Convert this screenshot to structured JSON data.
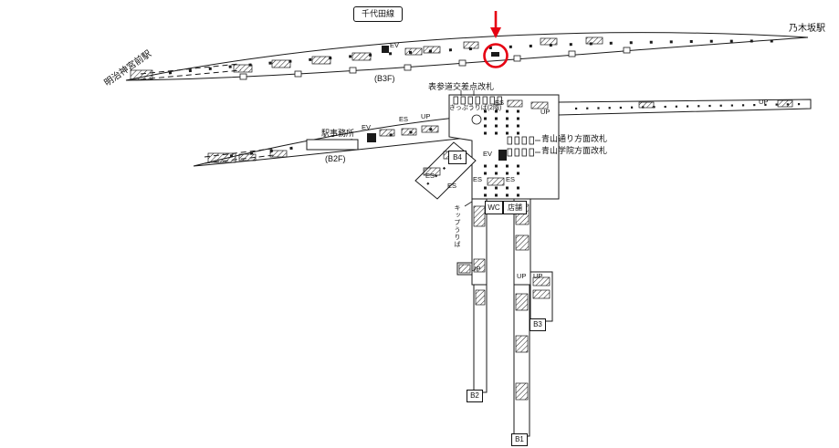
{
  "legend": {
    "line_name": "千代田線",
    "floor_b3": "(B3F)",
    "floor_b2": "(B2F)"
  },
  "stations": {
    "left": "明治神宮前駅",
    "right": "乃木坂駅"
  },
  "facilities": {
    "office": "駅事務所",
    "gate_crossing": "表参道交差点改札",
    "ticket_office_note": "きっぷうりば(2階)",
    "gate_aoyama_street": "青山通り方面改札",
    "gate_aoyama_gakuin": "青山学院方面改札",
    "ticket_office_vertical": "キップうりば",
    "wc": "WC",
    "shop": "店舗"
  },
  "exits": {
    "b1": "B1",
    "b2": "B2",
    "b3": "B3",
    "b4": "B4"
  },
  "tags": {
    "ev": "EV",
    "es": "ES",
    "up": "UP"
  },
  "colors": {
    "highlight": "#e60012",
    "outline": "#1a1a1a"
  }
}
